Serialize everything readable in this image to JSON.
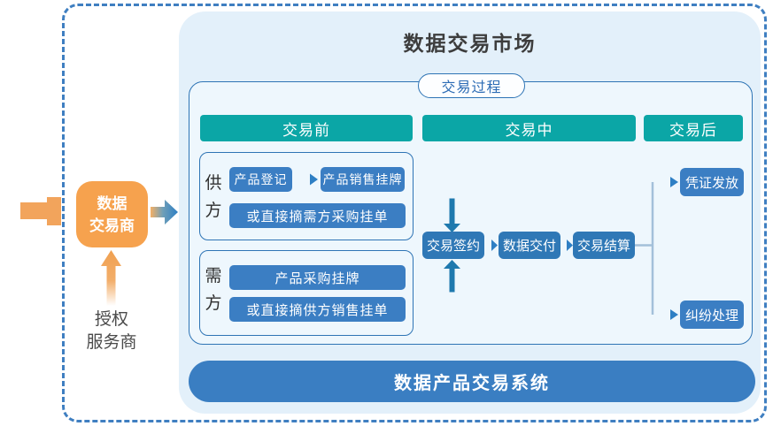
{
  "title": "数据交易市场",
  "process_label": "交易过程",
  "phases": [
    "交易前",
    "交易中",
    "交易后"
  ],
  "supplier": {
    "label": [
      "供",
      "方"
    ],
    "registration": "产品登记",
    "sale_listing": "产品销售挂牌",
    "alt": "或直接摘需方采购挂单"
  },
  "demander": {
    "label": [
      "需",
      "方"
    ],
    "purchase_listing": "产品采购挂牌",
    "alt": "或直接摘供方销售挂单"
  },
  "flow": [
    "交易签约",
    "数据交付",
    "交易结算"
  ],
  "outcomes": [
    "凭证发放",
    "纠纷处理"
  ],
  "system_bar": "数据产品交易系统",
  "trader": [
    "数据",
    "交易商"
  ],
  "provider": [
    "授权",
    "服务商"
  ],
  "colors": {
    "teal_header": "#0ba6a6",
    "chip_blue": "#3b7ec3",
    "flow_blue": "#2f78b6",
    "bar_blue": "#3a7ec2",
    "panel_bg": "#e3f0fa",
    "inner_bg": "#eef7fd",
    "border_blue": "#2e74b5",
    "dashed_blue": "#3f7fc1",
    "connector_teal": "#1e79ae",
    "branch_line": "#a3c0da",
    "orange": "#f6a24e",
    "title_text": "#3d3d3d"
  }
}
